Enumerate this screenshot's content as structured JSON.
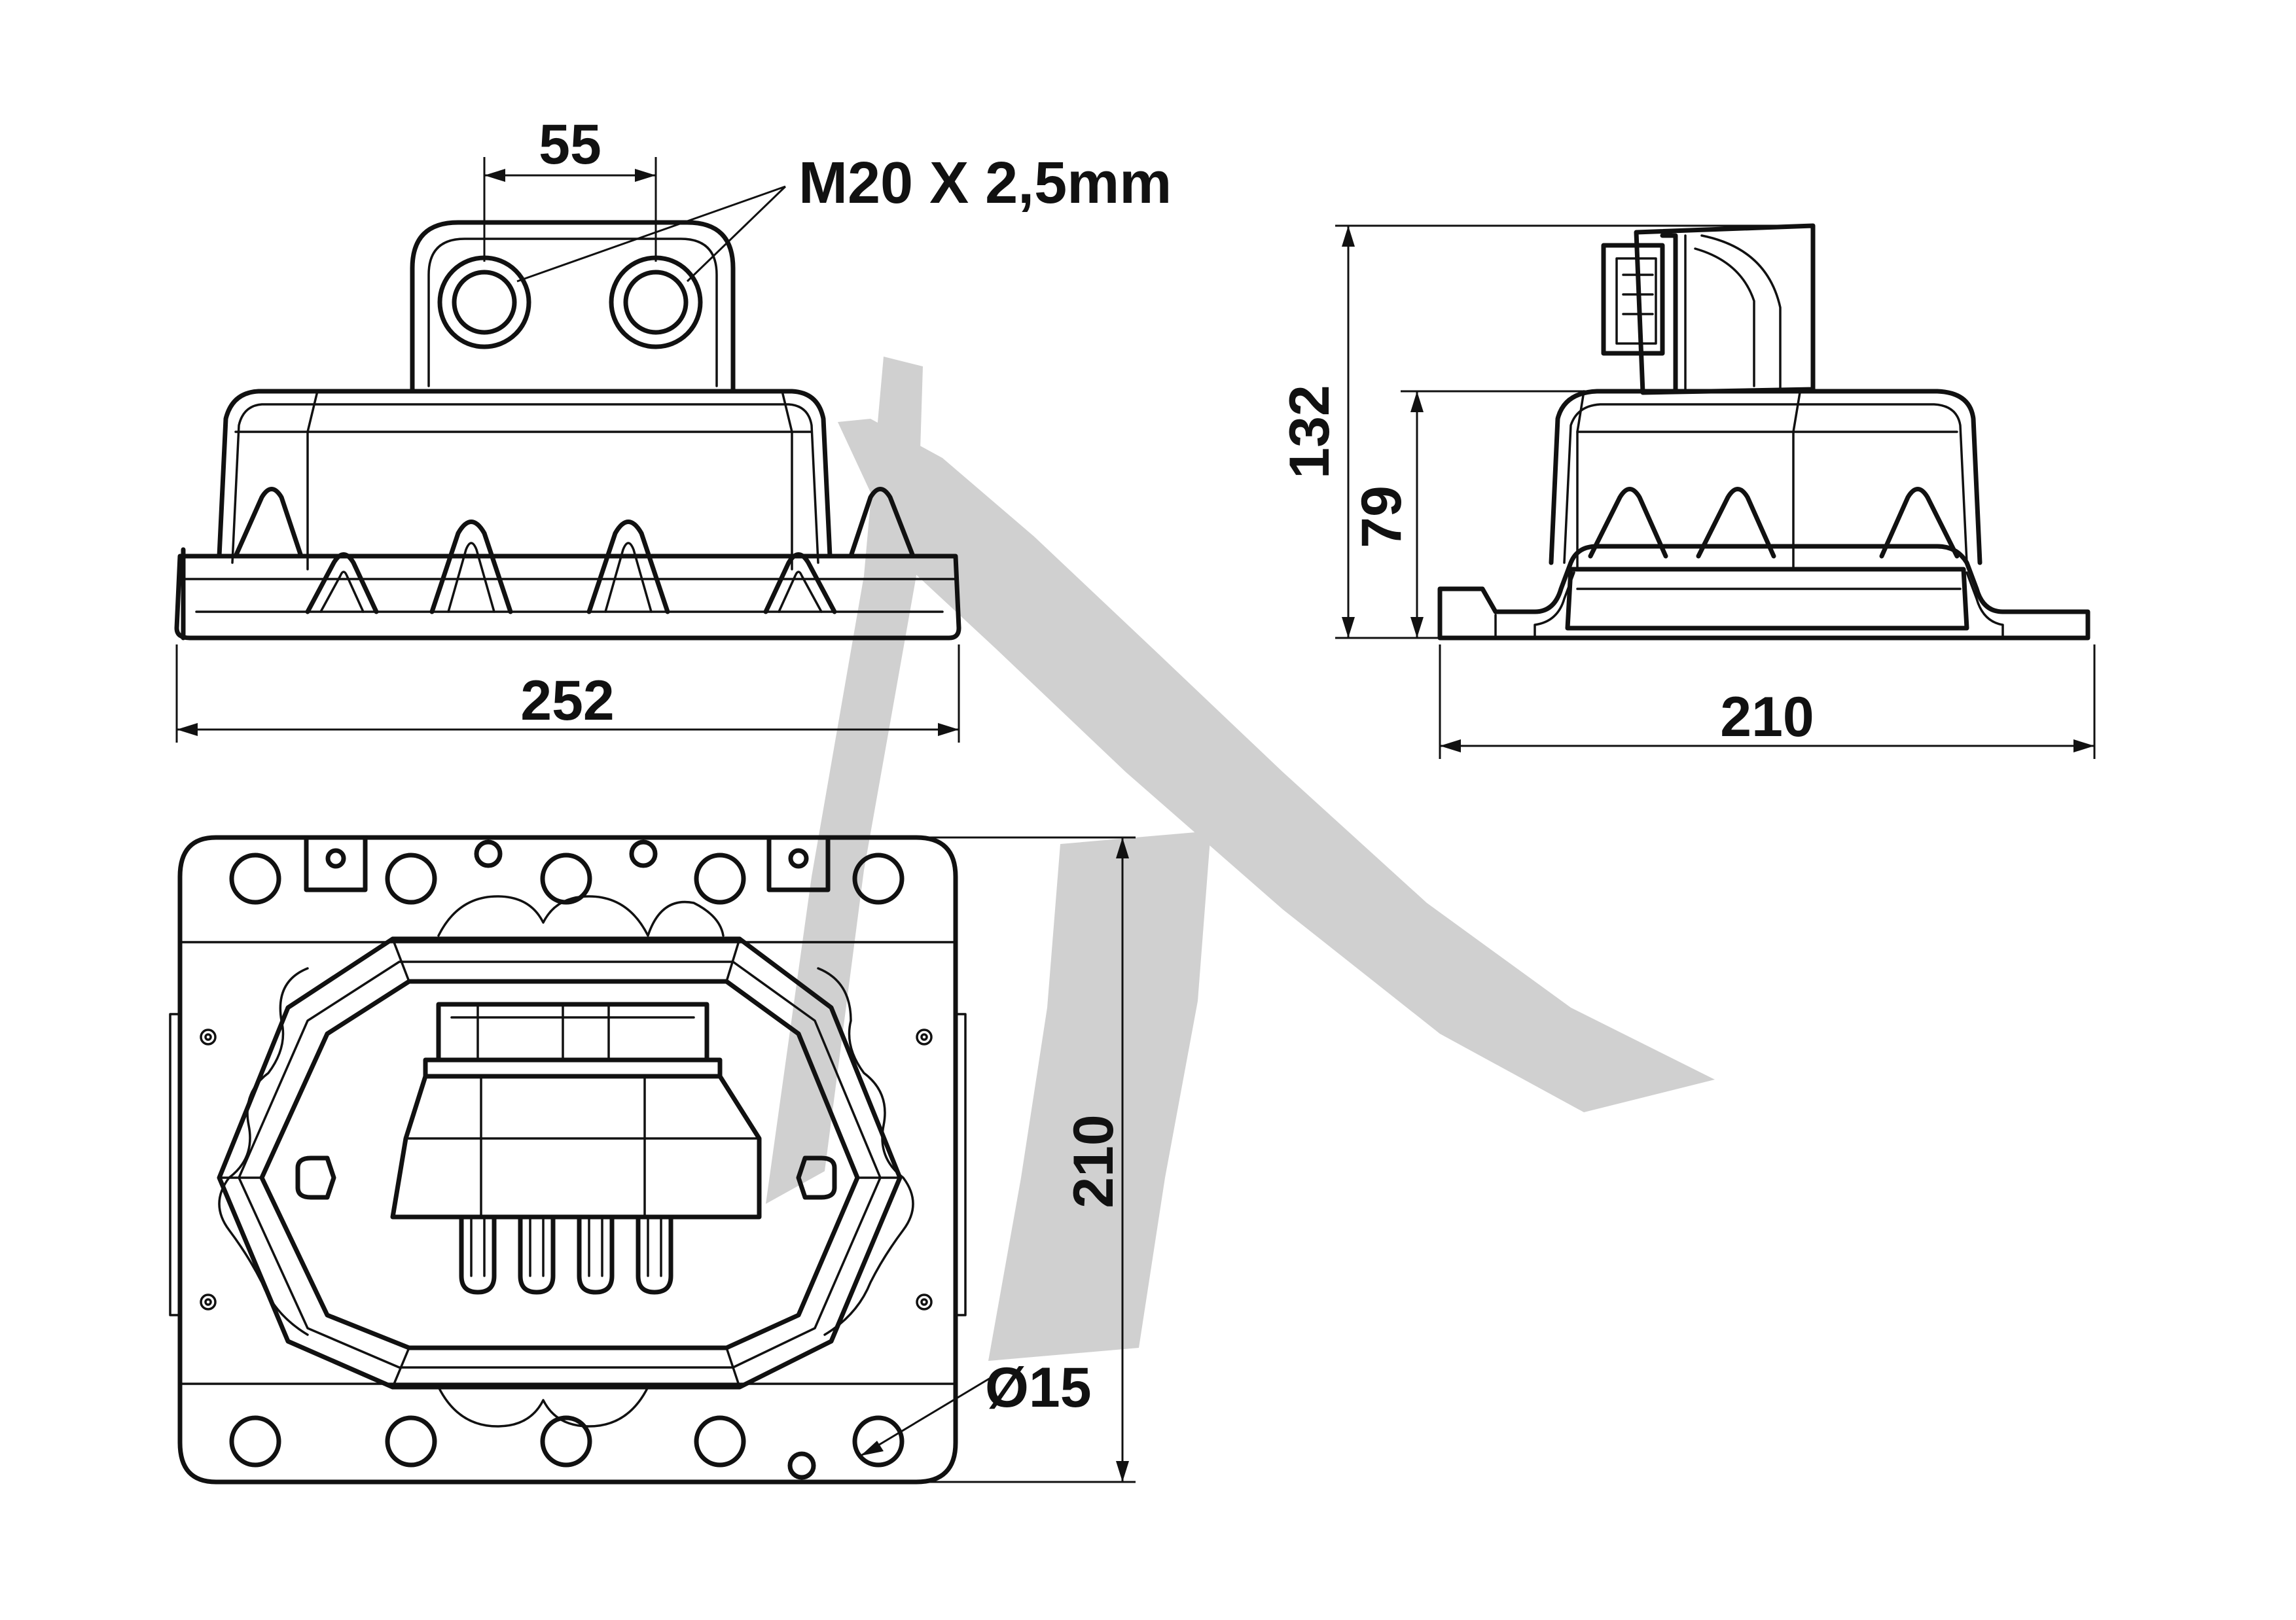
{
  "dimensions": {
    "front_thread_spacing": "55",
    "thread_spec": "M20 X 2,5mm",
    "front_width": "252",
    "side_total_height": "132",
    "side_body_height": "79",
    "side_width": "210",
    "top_height": "210",
    "hole_diameter": "Ø15"
  },
  "colors": {
    "line": "#111111",
    "watermark": "#d0d0d0",
    "background": "#ffffff"
  }
}
